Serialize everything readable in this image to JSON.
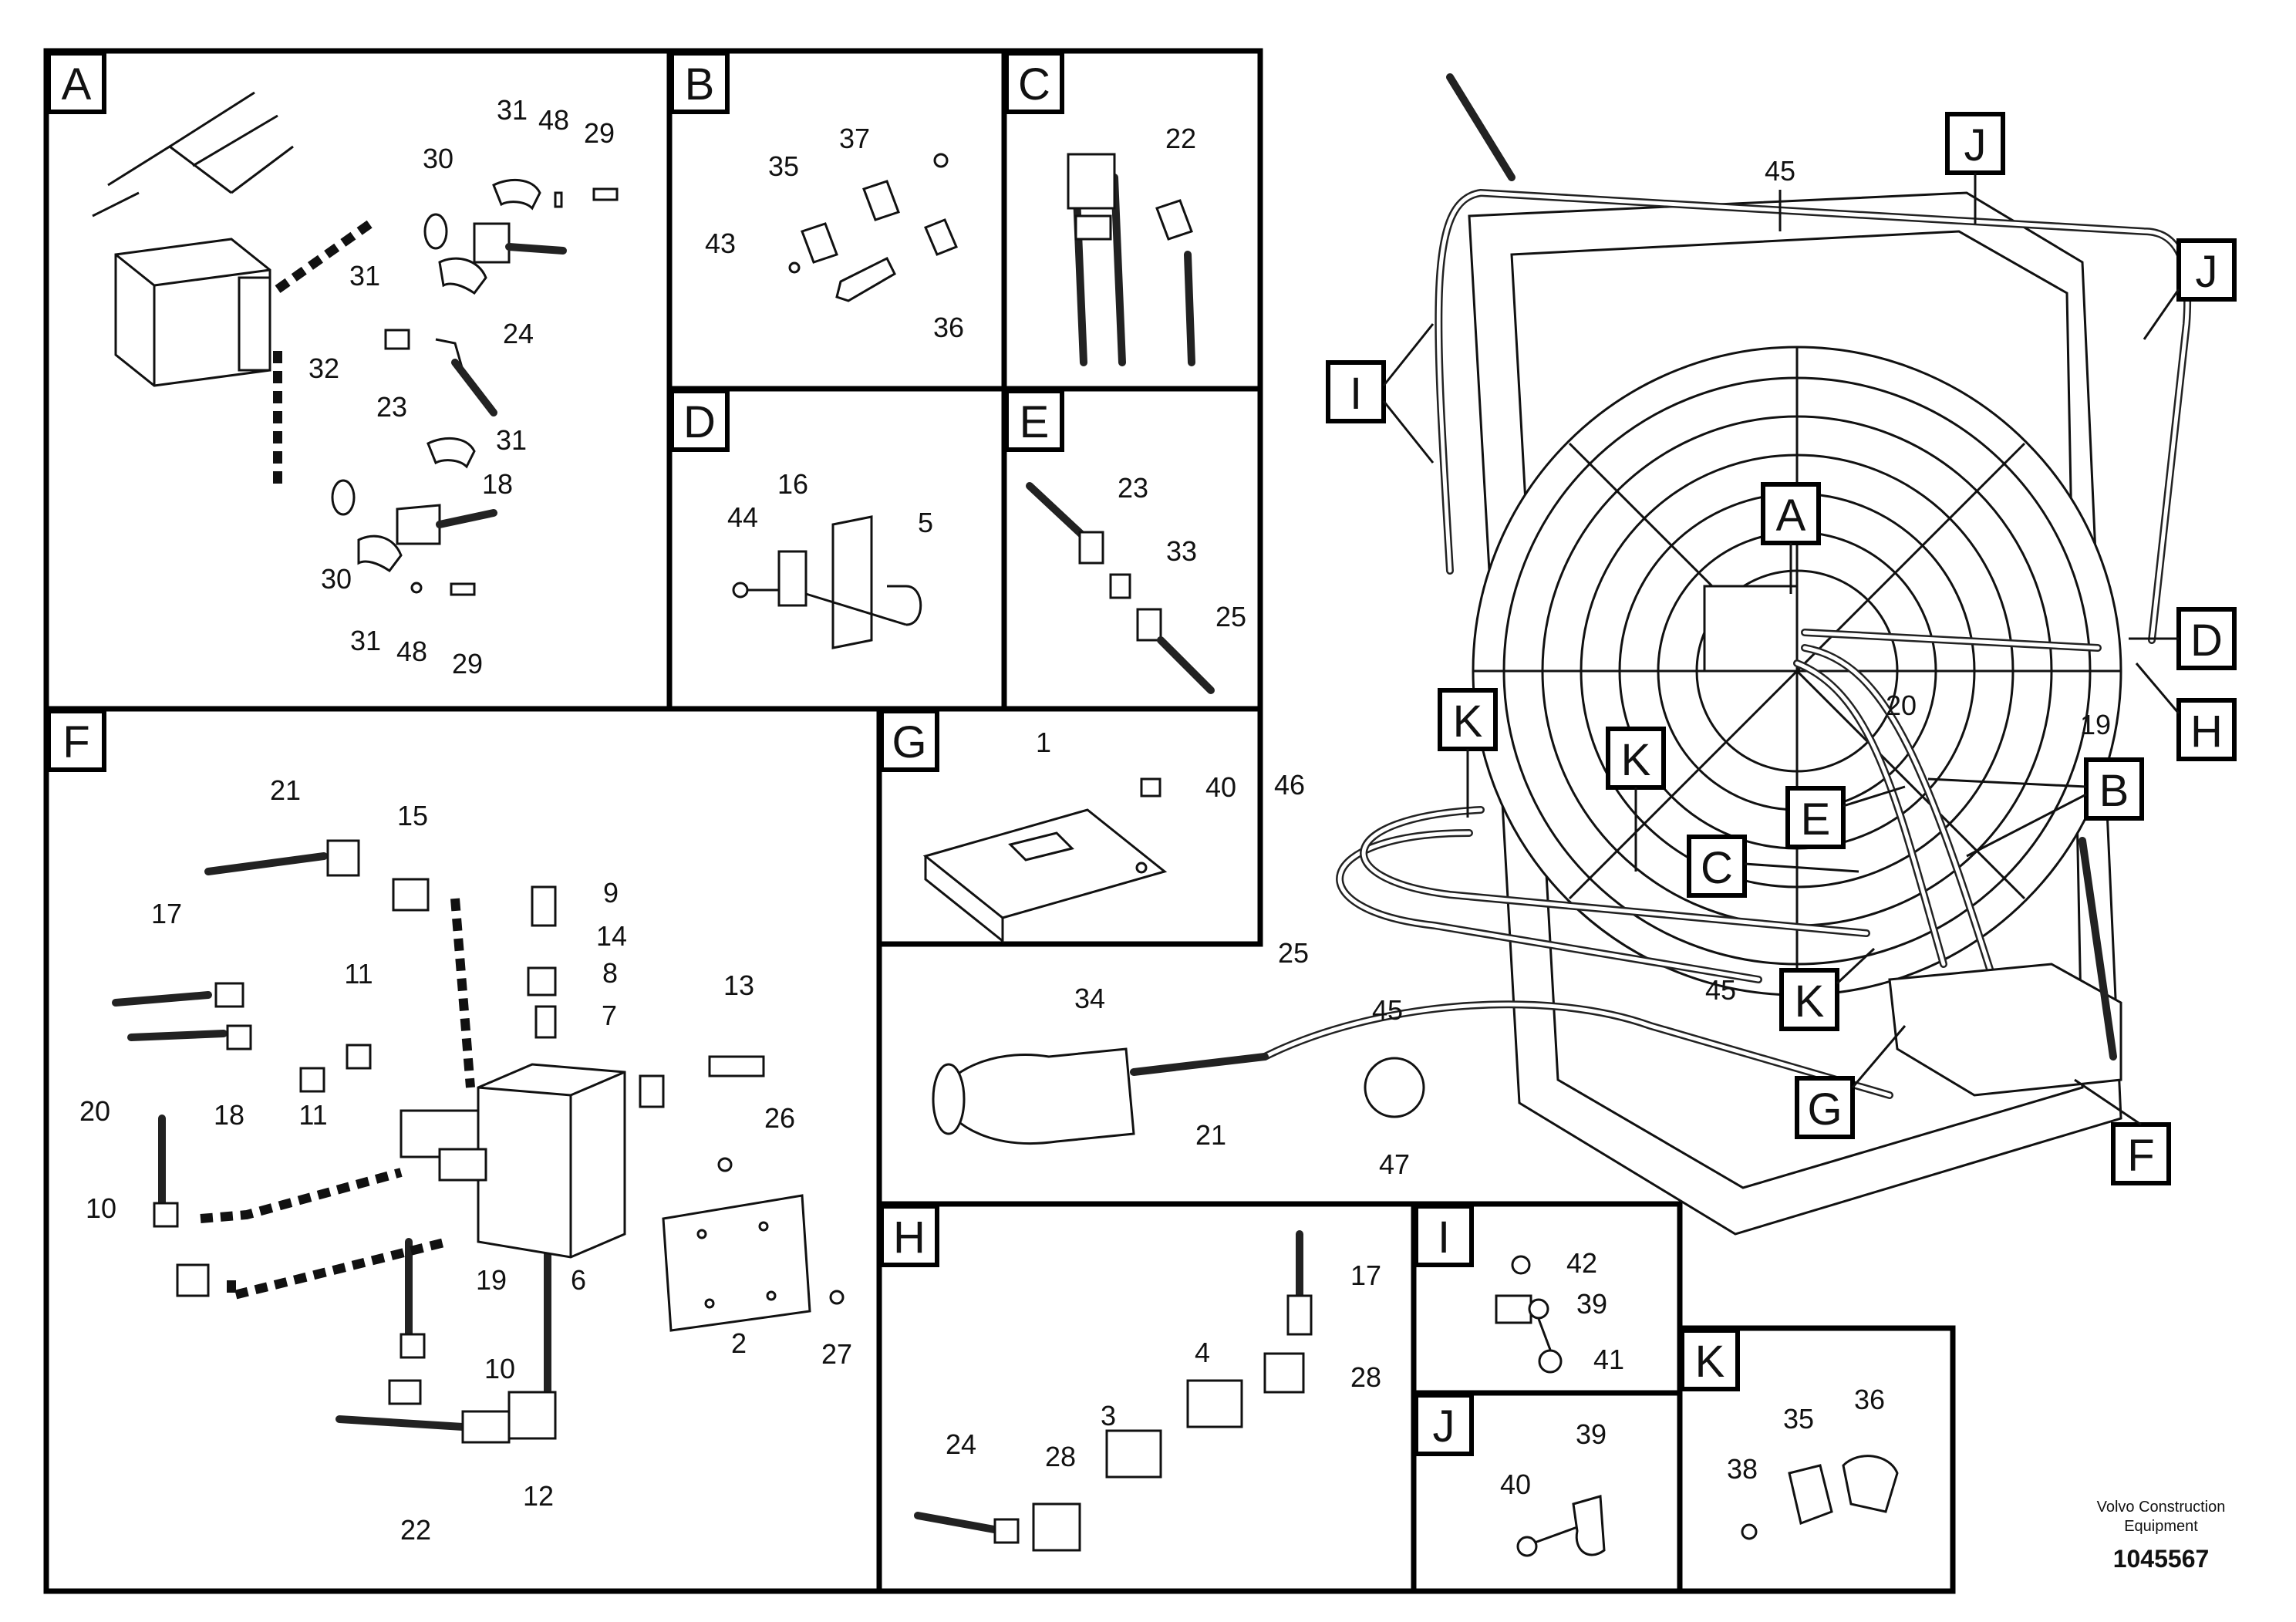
{
  "panels": {
    "A": {
      "letter": "A",
      "labels": [
        "31",
        "48",
        "29",
        "30",
        "31",
        "24",
        "32",
        "23",
        "31",
        "18",
        "30",
        "31",
        "48",
        "29"
      ]
    },
    "B": {
      "letter": "B",
      "labels": [
        "37",
        "35",
        "43",
        "36"
      ]
    },
    "C": {
      "letter": "C",
      "labels": [
        "22"
      ]
    },
    "D": {
      "letter": "D",
      "labels": [
        "44",
        "16",
        "5"
      ]
    },
    "E": {
      "letter": "E",
      "labels": [
        "23",
        "33",
        "25"
      ]
    },
    "F": {
      "letter": "F",
      "labels": [
        "21",
        "15",
        "9",
        "14",
        "8",
        "7",
        "17",
        "11",
        "13",
        "20",
        "18",
        "11",
        "26",
        "10",
        "19",
        "6",
        "2",
        "27",
        "10",
        "22",
        "12"
      ]
    },
    "G": {
      "letter": "G",
      "labels": [
        "1",
        "40"
      ]
    },
    "H": {
      "letter": "H",
      "labels": [
        "17",
        "4",
        "28",
        "3",
        "24",
        "28"
      ]
    },
    "I": {
      "letter": "I",
      "labels": [
        "42",
        "39",
        "41"
      ]
    },
    "J": {
      "letter": "J",
      "labels": [
        "39",
        "40"
      ]
    },
    "K": {
      "letter": "K",
      "labels": [
        "35",
        "36",
        "38"
      ]
    }
  },
  "overview": {
    "labels": [
      "45",
      "20",
      "19",
      "46",
      "25",
      "45",
      "45",
      "34",
      "21",
      "47"
    ],
    "callouts": [
      "J",
      "J",
      "I",
      "A",
      "D",
      "H",
      "K",
      "K",
      "B",
      "E",
      "C",
      "K",
      "G",
      "F"
    ]
  },
  "footer": {
    "brand_line1": "Volvo Construction",
    "brand_line2": "Equipment",
    "drawing_number": "1045567"
  }
}
